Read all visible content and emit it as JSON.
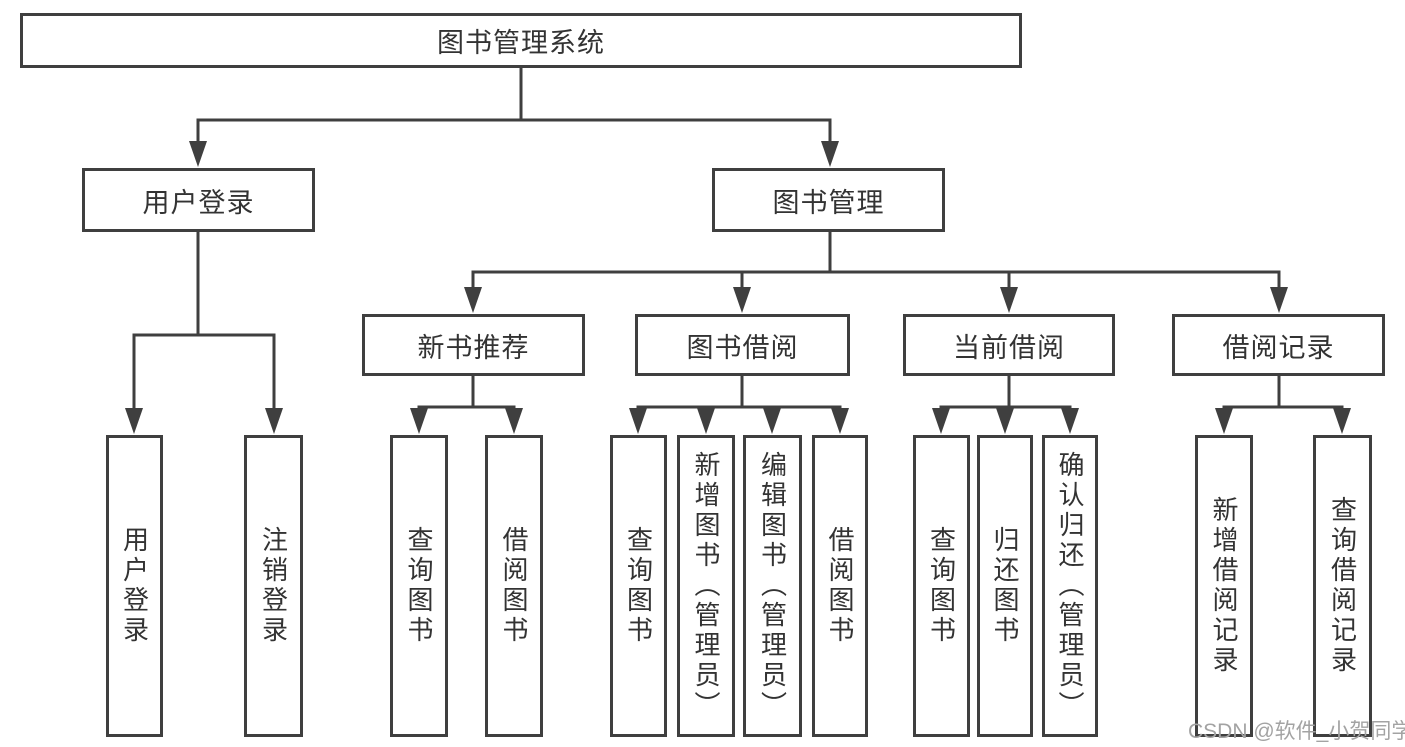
{
  "tree": {
    "root": {
      "label": "图书管理系统",
      "children": [
        {
          "label": "用户登录",
          "children": [
            {
              "label": "用户登录"
            },
            {
              "label": "注销登录"
            }
          ]
        },
        {
          "label": "图书管理",
          "children": [
            {
              "label": "新书推荐",
              "children": [
                {
                  "label": "查询图书"
                },
                {
                  "label": "借阅图书"
                }
              ]
            },
            {
              "label": "图书借阅",
              "children": [
                {
                  "label": "查询图书"
                },
                {
                  "label": "新增图书（管理员）"
                },
                {
                  "label": "编辑图书（管理员）"
                },
                {
                  "label": "借阅图书"
                }
              ]
            },
            {
              "label": "当前借阅",
              "children": [
                {
                  "label": "查询图书"
                },
                {
                  "label": "归还图书"
                },
                {
                  "label": "确认归还（管理员）"
                }
              ]
            },
            {
              "label": "借阅记录",
              "children": [
                {
                  "label": "新增借阅记录"
                },
                {
                  "label": "查询借阅记录"
                }
              ]
            }
          ]
        }
      ]
    }
  },
  "watermark": {
    "text": "CSDN @软件_小贺同学"
  },
  "colors": {
    "line": "#3f3f3f",
    "text": "#333333",
    "watermark": "#a3a3a3",
    "bg": "#ffffff"
  }
}
